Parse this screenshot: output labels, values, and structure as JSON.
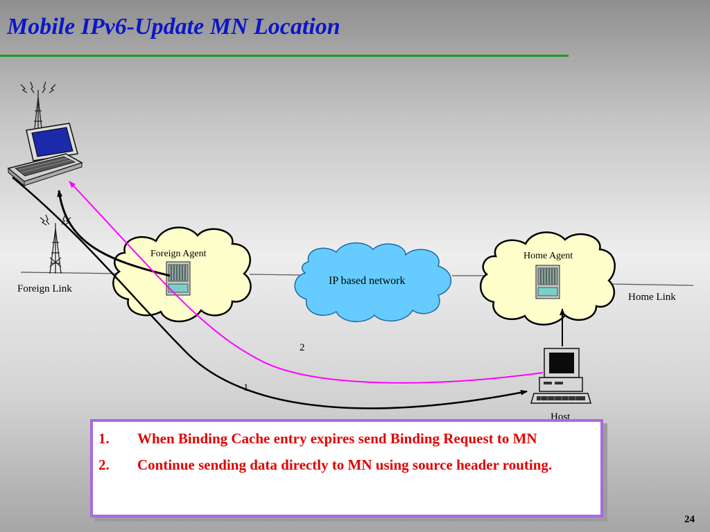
{
  "slide": {
    "title": "Mobile IPv6-Update MN Location",
    "page_number": "24"
  },
  "diagram": {
    "foreign_agent": "Foreign Agent",
    "home_agent": "Home Agent",
    "ip_network": "IP based network",
    "foreign_link": "Foreign Link",
    "home_link": "Home Link",
    "host": "Host",
    "path_1_label": "1",
    "path_2_label": "2"
  },
  "notes": [
    {
      "num": "1.",
      "text": "When Binding Cache entry expires send Binding Request to MN"
    },
    {
      "num": "2.",
      "text": "Continue sending data directly to MN using source header routing."
    }
  ],
  "colors": {
    "title": "#0b17c8",
    "rule": "#1a9a28",
    "cloud_fill": "#ffffcc",
    "network_fill": "#66ccff",
    "path_1": "#000000",
    "path_2": "#ff00ff",
    "notes_text": "#e00000",
    "notes_border": "#a86ae0"
  }
}
